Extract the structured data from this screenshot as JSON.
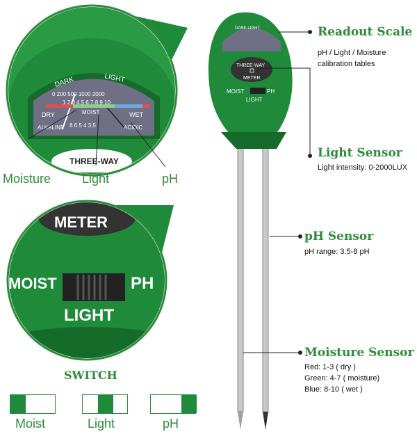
{
  "colors": {
    "brand_green": "#2e8b3a",
    "device_green": "#1f8a3a",
    "dark_green": "#156b2a",
    "dial_bg": "#6f6f86"
  },
  "icons": [
    "leader-dot-icon",
    "arrow-tip-icon"
  ],
  "zoom_dial": {
    "top_left": "DARK",
    "top_right": "LIGHT",
    "top_numbers": "0 200 500      1000 2000",
    "mid_numbers": "1 2 3 4 5 6 7 8 9 10",
    "left": "DRY",
    "center": "MOIST",
    "right": "WET",
    "bottom_left": "ALKALINE",
    "bottom_numbers": "8  6  5  4  3.5",
    "bottom_right": "ACIDIC",
    "brand": "THREE-WAY"
  },
  "zoom_labels": {
    "moisture": "Moisture",
    "light": "Light",
    "ph": "pH"
  },
  "zoom_switch": {
    "meter": "METER",
    "moist": "MOIST",
    "ph": "PH",
    "light": "LIGHT"
  },
  "switch_section": {
    "title": "SWITCH",
    "positions": [
      {
        "label": "Moist",
        "active": 1
      },
      {
        "label": "Light",
        "active": 2
      },
      {
        "label": "pH",
        "active": 3
      }
    ]
  },
  "device": {
    "brand_line1": "THREE-WAY",
    "brand_line2": "METER",
    "moist": "MOIST",
    "ph": "PH",
    "light": "LIGHT",
    "dial_mini": "DARK   LIGHT"
  },
  "annotations": {
    "readout": {
      "title": "Readout Scale",
      "lines": [
        "pH / Light / Moisture",
        "calibration tables"
      ]
    },
    "light": {
      "title": "Light Sensor",
      "lines": [
        "Light intensity: 0-2000LUX"
      ]
    },
    "ph": {
      "title": "pH Sensor",
      "lines": [
        "pH range: 3.5-8 pH"
      ]
    },
    "moisture": {
      "title": "Moisture Sensor",
      "lines": [
        "Red: 1-3 ( dry )",
        "Green: 4-7 ( moisture)",
        "Blue: 8-10 ( wet )"
      ]
    }
  }
}
